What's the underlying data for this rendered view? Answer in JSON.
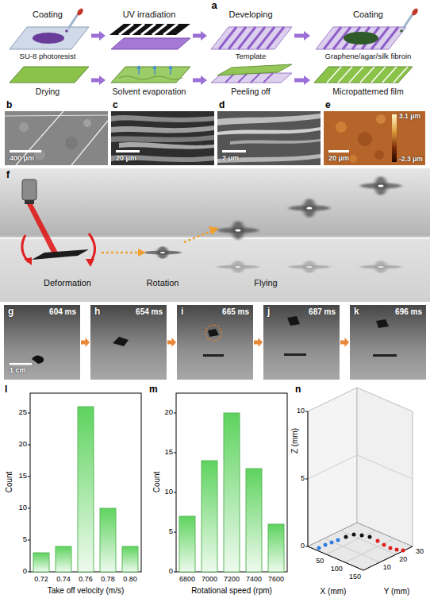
{
  "diagram": {
    "nodes": [
      {
        "text": [
          "Coating",
          "SU-8 photoresist"
        ]
      },
      {
        "text": [
          "UV irradiation"
        ]
      },
      {
        "text": [
          "Developing",
          "Template"
        ]
      },
      {
        "text": [
          "Coating",
          "Graphene/agar/silk fibroin"
        ]
      },
      {
        "text": [
          "Drying"
        ]
      },
      {
        "text": [
          "Solvent evaporation"
        ]
      },
      {
        "text": [
          "Peeling off"
        ]
      },
      {
        "text": [
          "Micropatterned film"
        ]
      },
      {
        "text": [
          "604 ms"
        ]
      },
      {
        "text": [
          "654 ms"
        ]
      },
      {
        "text": [
          "665 ms"
        ]
      },
      {
        "text": [
          "687 ms"
        ]
      },
      {
        "text": [
          "696 ms"
        ]
      }
    ],
    "edges": [
      {
        "from": 0,
        "to": 1,
        "arrow": "to"
      },
      {
        "from": 1,
        "to": 2,
        "arrow": "to"
      },
      {
        "from": 2,
        "to": 3,
        "arrow": "to"
      },
      {
        "from": 4,
        "to": 5,
        "arrow": "to"
      },
      {
        "from": 5,
        "to": 6,
        "arrow": "to"
      },
      {
        "from": 6,
        "to": 7,
        "arrow": "to"
      },
      {
        "from": 8,
        "to": 9,
        "arrow": "to"
      },
      {
        "from": 9,
        "to": 10,
        "arrow": "to"
      },
      {
        "from": 10,
        "to": 11,
        "arrow": "to"
      },
      {
        "from": 11,
        "to": 12,
        "arrow": "to"
      }
    ],
    "labels": [
      "a",
      "b",
      "400 μm",
      "c",
      "20 μm",
      "d",
      "2 μm",
      "e",
      "3.1 μm",
      "-2.3 μm",
      "20 μm",
      "f",
      "Deformation",
      "Rotation",
      "Flying",
      "g",
      "h",
      "i",
      "j",
      "k",
      "1 cm",
      "l",
      "Count",
      "0",
      "5",
      "10",
      "15",
      "20",
      "25",
      "0.72",
      "0.74",
      "0.76",
      "0.78",
      "0.80",
      "Take off velocity (m/s)",
      "m",
      "Count",
      "0",
      "5",
      "10",
      "15",
      "20",
      "6800",
      "7000",
      "7200",
      "7400",
      "7600",
      "Rotational speed (rpm)",
      "n",
      "Z (mm)",
      "0",
      "5",
      "10",
      "X (mm)",
      "50",
      "100",
      "150",
      "Y (mm)",
      "10",
      "20",
      "30"
    ]
  }
}
